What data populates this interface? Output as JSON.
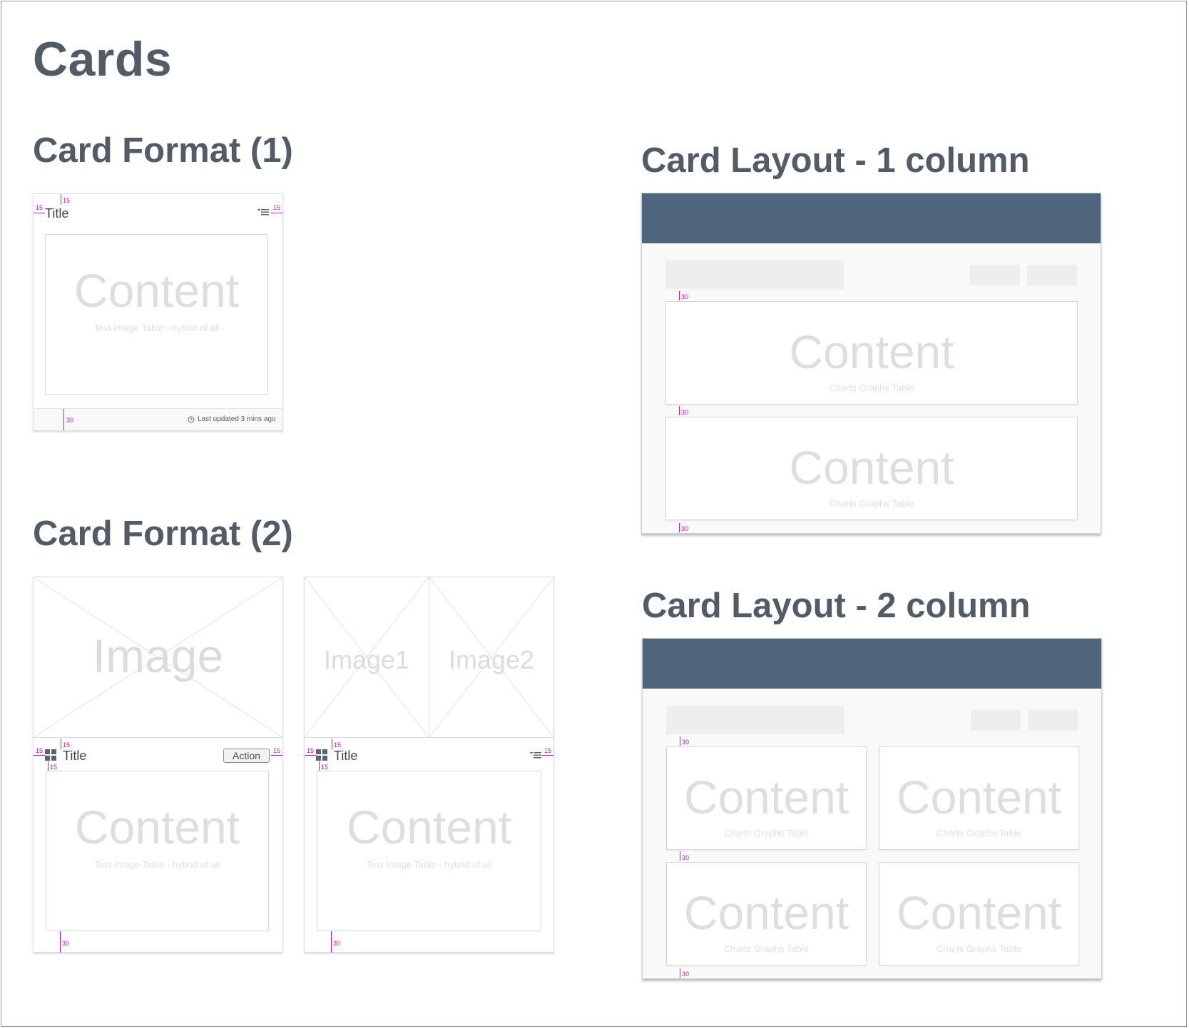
{
  "page": {
    "title": "Cards"
  },
  "format1": {
    "heading": "Card Format (1)",
    "card": {
      "title": "Title",
      "content_label": "Content",
      "content_sub": "Text Image Table - hybrid of all",
      "footer_text": "Last updated 3 mins ago",
      "icons": {
        "menu": "filter-menu-icon",
        "clock": "clock-icon"
      }
    },
    "spacing": {
      "top": "15",
      "left": "15",
      "right": "15",
      "bottom": "30"
    }
  },
  "format2": {
    "heading": "Card Format (2)",
    "card_a": {
      "image_label": "Image",
      "title": "Title",
      "action_label": "Action",
      "content_label": "Content",
      "content_sub": "Text Image Table - hybrid of all",
      "icons": {
        "title": "grid-icon"
      }
    },
    "card_b": {
      "image1_label": "Image1",
      "image2_label": "Image2",
      "title": "Title",
      "content_label": "Content",
      "content_sub": "Text Image Table - hybrid of all",
      "icons": {
        "title": "grid-icon",
        "menu": "filter-menu-icon"
      }
    },
    "spacing": {
      "top": "15",
      "left": "15",
      "right": "15",
      "inner": "15",
      "bottom": "30"
    }
  },
  "layout1": {
    "heading": "Card Layout - 1 column",
    "cards": [
      {
        "label": "Content",
        "sub": "Charts Graphs Table"
      },
      {
        "label": "Content",
        "sub": "Charts Graphs Table"
      }
    ],
    "spacing": "30"
  },
  "layout2": {
    "heading": "Card Layout - 2 column",
    "cards": [
      {
        "label": "Content",
        "sub": "Charts Graphs Table"
      },
      {
        "label": "Content",
        "sub": "Charts Graphs Table"
      },
      {
        "label": "Content",
        "sub": "Charts Graphs Table"
      },
      {
        "label": "Content",
        "sub": "Charts Graphs Table"
      }
    ],
    "spacing": "30"
  },
  "colors": {
    "heading": "#525c66",
    "header_bar": "#4e657d",
    "spacing_marker": "#c316c3",
    "placeholder_text": "#dedede"
  }
}
